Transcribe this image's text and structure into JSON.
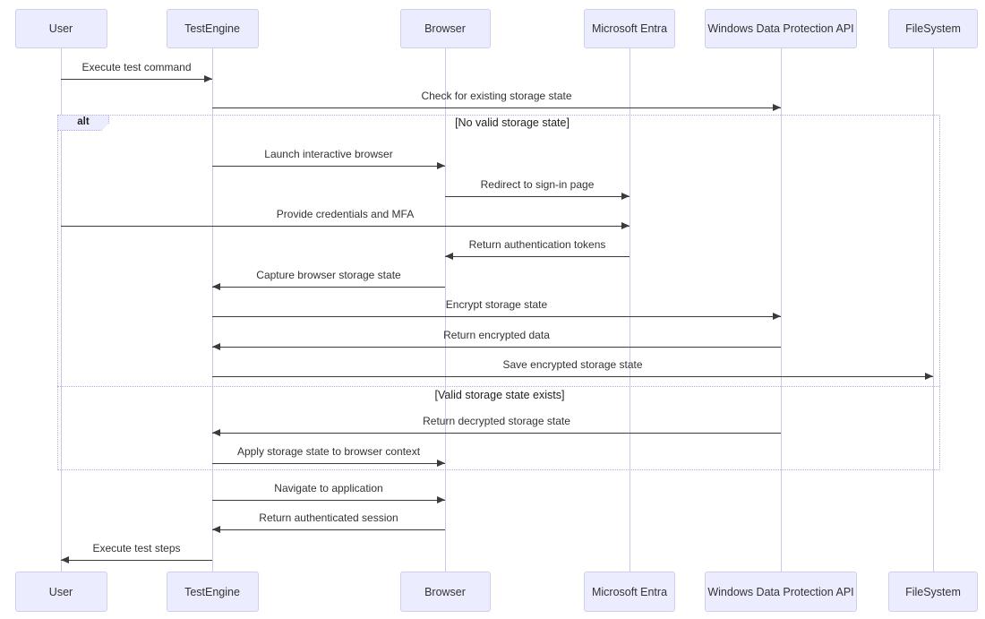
{
  "diagram": {
    "type": "sequence",
    "participants": [
      {
        "name": "User"
      },
      {
        "name": "TestEngine"
      },
      {
        "name": "Browser"
      },
      {
        "name": "Microsoft Entra"
      },
      {
        "name": "Windows Data Protection API"
      },
      {
        "name": "FileSystem"
      }
    ],
    "messages": [
      {
        "from": "User",
        "to": "TestEngine",
        "text": "Execute test command"
      },
      {
        "from": "TestEngine",
        "to": "Windows Data Protection API",
        "text": "Check for existing storage state"
      },
      {
        "from": "TestEngine",
        "to": "Browser",
        "text": "Launch interactive browser"
      },
      {
        "from": "Browser",
        "to": "Microsoft Entra",
        "text": "Redirect to sign-in page"
      },
      {
        "from": "User",
        "to": "Microsoft Entra",
        "text": "Provide credentials and MFA"
      },
      {
        "from": "Microsoft Entra",
        "to": "Browser",
        "text": "Return authentication tokens"
      },
      {
        "from": "Browser",
        "to": "TestEngine",
        "text": "Capture browser storage state"
      },
      {
        "from": "TestEngine",
        "to": "Windows Data Protection API",
        "text": "Encrypt storage state"
      },
      {
        "from": "Windows Data Protection API",
        "to": "TestEngine",
        "text": "Return encrypted data"
      },
      {
        "from": "TestEngine",
        "to": "FileSystem",
        "text": "Save encrypted storage state"
      },
      {
        "from": "Windows Data Protection API",
        "to": "TestEngine",
        "text": "Return decrypted storage state"
      },
      {
        "from": "TestEngine",
        "to": "Browser",
        "text": "Apply storage state to browser context"
      },
      {
        "from": "TestEngine",
        "to": "Browser",
        "text": "Navigate to application"
      },
      {
        "from": "Browser",
        "to": "TestEngine",
        "text": "Return authenticated session"
      },
      {
        "from": "TestEngine",
        "to": "User",
        "text": "Execute test steps"
      }
    ],
    "alt": {
      "label": "alt",
      "conditions": [
        {
          "text": "[No valid storage state]"
        },
        {
          "text": "[Valid storage state exists]"
        }
      ]
    },
    "colors": {
      "actor_fill": "#ECECFF",
      "actor_border": "#CFCFF0",
      "lifeline": "#CDC7E8",
      "frame_border": "#B5AFDE",
      "arrow": "#3b3b3b",
      "text": "#333333",
      "background": "#ffffff"
    }
  }
}
